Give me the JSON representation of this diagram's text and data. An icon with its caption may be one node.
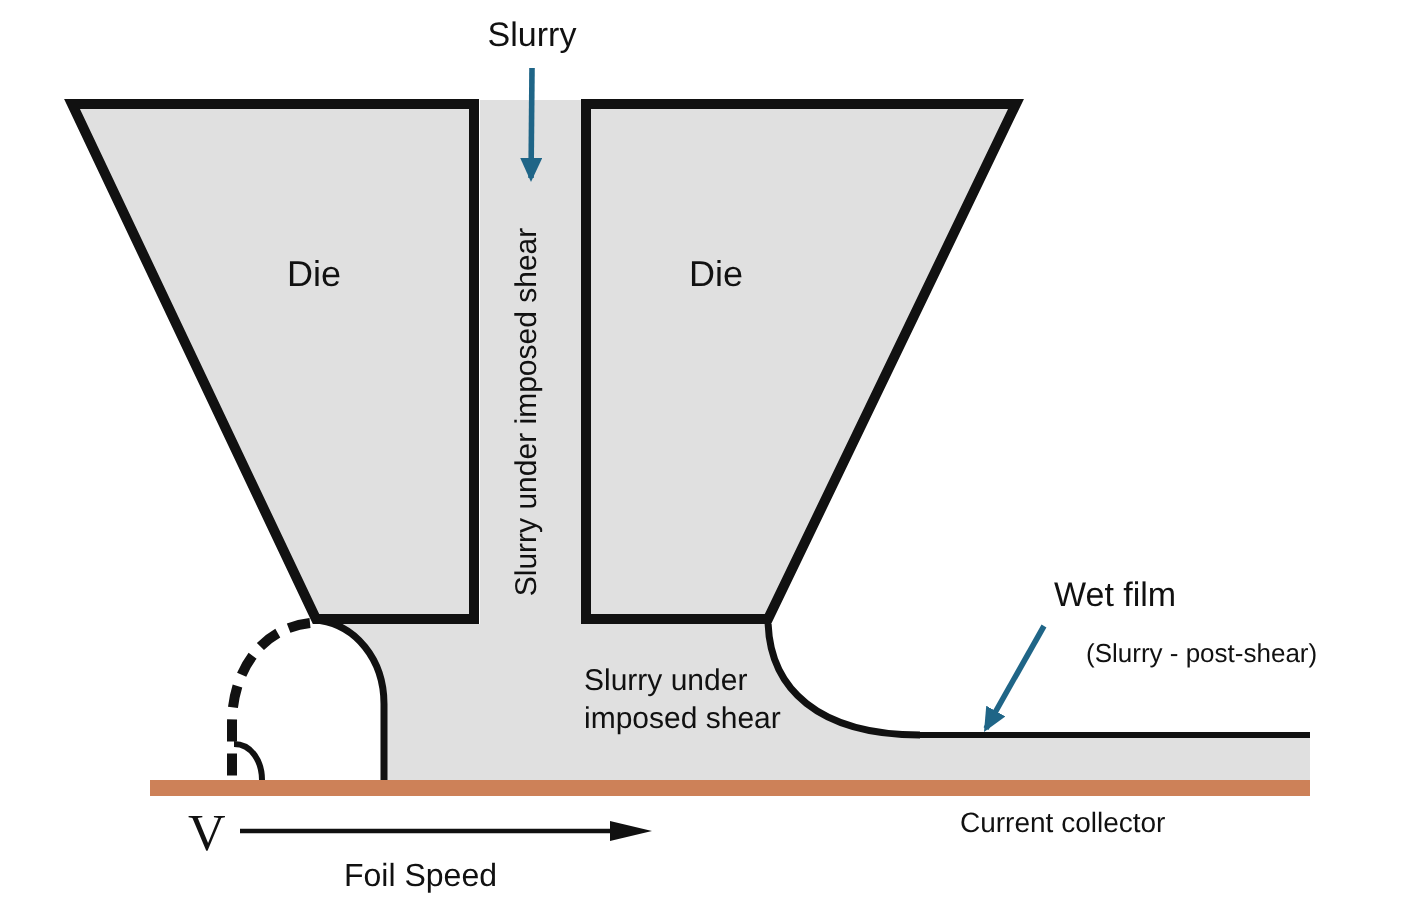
{
  "diagram": {
    "nodes": [
      {
        "text": [
          "Slurry"
        ]
      },
      {
        "text": [
          "Die"
        ]
      },
      {
        "text": [
          "Slurry under imposed shear"
        ]
      },
      {
        "text": [
          "Die"
        ]
      },
      {
        "text": [
          "Slurry under imposed shear"
        ]
      },
      {
        "text": [
          "Wet film",
          "(Slurry - post-shear)"
        ]
      },
      {
        "text": [],
        "shape": "bar"
      },
      {
        "text": [],
        "shape": "bar",
        "beside": [
          "Current collector"
        ]
      }
    ],
    "edges": [
      {
        "from": 0,
        "to": 2,
        "arrow": "to"
      },
      {
        "from": 5,
        "to": 6,
        "arrow": "to"
      }
    ],
    "labels": [
      "V",
      "Foil Speed"
    ]
  }
}
